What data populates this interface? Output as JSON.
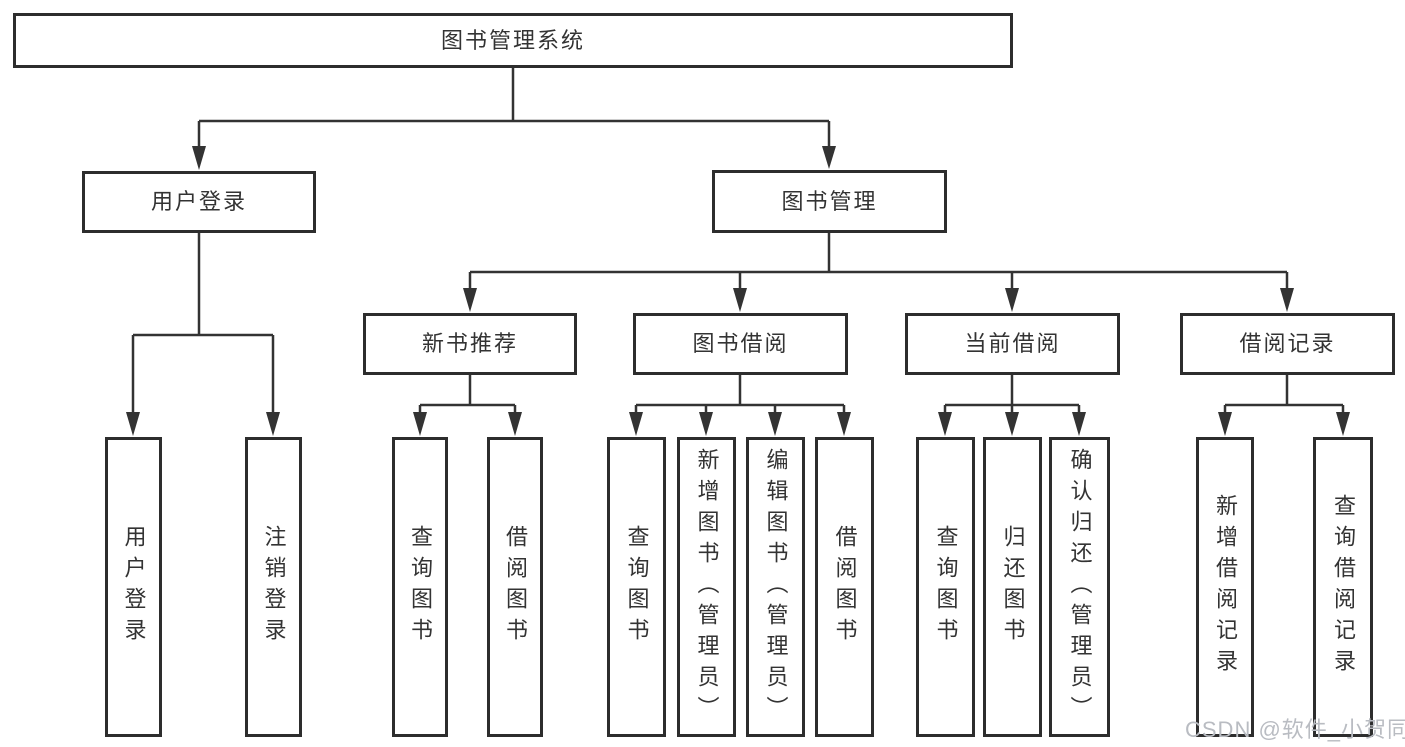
{
  "diagram": {
    "type": "hierarchy-tree",
    "root": {
      "label": "图书管理系统",
      "children": [
        {
          "label": "用户登录",
          "children": [
            {
              "label": "用户登录"
            },
            {
              "label": "注销登录"
            }
          ]
        },
        {
          "label": "图书管理",
          "children": [
            {
              "label": "新书推荐",
              "children": [
                {
                  "label": "查询图书"
                },
                {
                  "label": "借阅图书"
                }
              ]
            },
            {
              "label": "图书借阅",
              "children": [
                {
                  "label": "查询图书"
                },
                {
                  "label": "新增图书（管理员）"
                },
                {
                  "label": "编辑图书（管理员）"
                },
                {
                  "label": "借阅图书"
                }
              ]
            },
            {
              "label": "当前借阅",
              "children": [
                {
                  "label": "查询图书"
                },
                {
                  "label": "归还图书"
                },
                {
                  "label": "确认归还（管理员）"
                }
              ]
            },
            {
              "label": "借阅记录",
              "children": [
                {
                  "label": "新增借阅记录"
                },
                {
                  "label": "查询借阅记录"
                }
              ]
            }
          ]
        }
      ]
    }
  },
  "watermark": {
    "text": "CSDN @软件_小贺同学"
  },
  "colors": {
    "box_border": "#2d2d2d",
    "box_fill": "#ffffff",
    "line": "#333333",
    "text": "#333333",
    "watermark": "#b9bcc2",
    "background": "#ffffff"
  }
}
